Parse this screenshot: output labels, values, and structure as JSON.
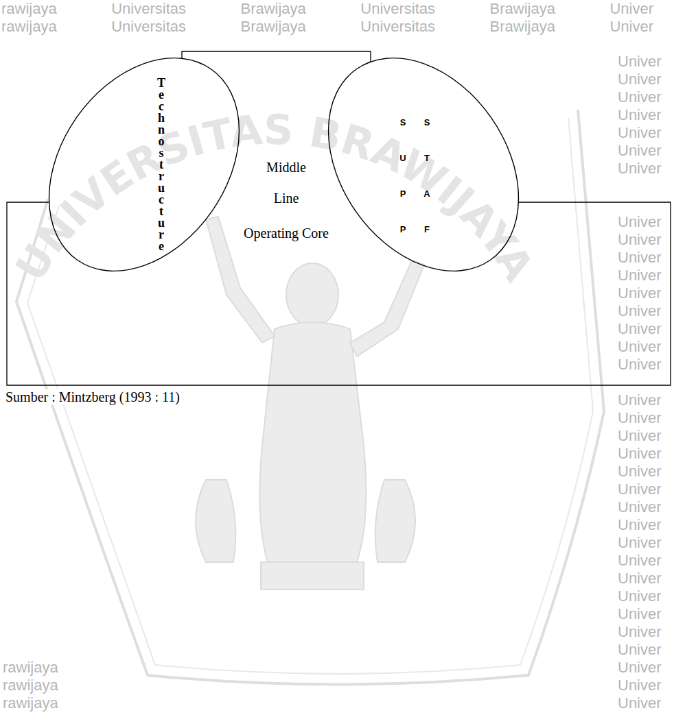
{
  "diagram": {
    "caption": "Sumber : Mintzberg (1993 : 11)",
    "nodes": [
      {
        "text": [
          "Technostructure"
        ]
      },
      {
        "text": [
          "SUPP",
          "STAF"
        ]
      }
    ],
    "edges": [
      {
        "from": 0,
        "to": 1,
        "arrow": "none"
      },
      {
        "from": 0,
        "to": 1,
        "arrow": "none"
      }
    ],
    "labels": [
      "Middle Line",
      "Operating Core",
      "UNIVERSITAS BRAWIJAYA",
      "rawijaya Universitas Brawijaya Universitas Brawijaya Univer",
      "rawijaya Universitas Brawijaya Universitas Brawijaya Univer",
      "Univer",
      "Univer",
      "Univer",
      "Univer",
      "Univer",
      "Univer",
      "Univer",
      "Univer",
      "Univer",
      "Univer",
      "Univer",
      "Univer",
      "Univer",
      "Univer",
      "Univer",
      "Univer",
      "Univer",
      "Univer",
      "Univer",
      "Univer",
      "Univer",
      "Univer",
      "Univer",
      "Univer",
      "Univer",
      "Univer",
      "Univer",
      "Univer",
      "Univer",
      "Univer",
      "Univer",
      "Univer",
      "Univer",
      "Univer",
      "rawijaya",
      "rawijaya",
      "rawijaya"
    ]
  }
}
